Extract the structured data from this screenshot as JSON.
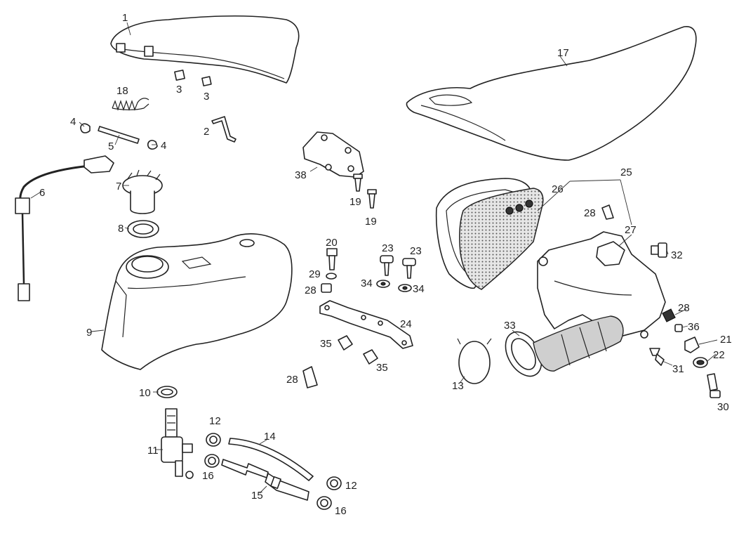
{
  "callouts": [
    {
      "id": "c1",
      "text": "1"
    },
    {
      "id": "c2",
      "text": "2"
    },
    {
      "id": "c3a",
      "text": "3"
    },
    {
      "id": "c3b",
      "text": "3"
    },
    {
      "id": "c4a",
      "text": "4"
    },
    {
      "id": "c4b",
      "text": "4"
    },
    {
      "id": "c5",
      "text": "5"
    },
    {
      "id": "c6",
      "text": "6"
    },
    {
      "id": "c7",
      "text": "7"
    },
    {
      "id": "c8",
      "text": "8"
    },
    {
      "id": "c9",
      "text": "9"
    },
    {
      "id": "c10",
      "text": "10"
    },
    {
      "id": "c11",
      "text": "11"
    },
    {
      "id": "c12a",
      "text": "12"
    },
    {
      "id": "c12b",
      "text": "12"
    },
    {
      "id": "c13",
      "text": "13"
    },
    {
      "id": "c14",
      "text": "14"
    },
    {
      "id": "c15",
      "text": "15"
    },
    {
      "id": "c16a",
      "text": "16"
    },
    {
      "id": "c16b",
      "text": "16"
    },
    {
      "id": "c17",
      "text": "17"
    },
    {
      "id": "c18",
      "text": "18"
    },
    {
      "id": "c19a",
      "text": "19"
    },
    {
      "id": "c19b",
      "text": "19"
    },
    {
      "id": "c20",
      "text": "20"
    },
    {
      "id": "c21",
      "text": "21"
    },
    {
      "id": "c22",
      "text": "22"
    },
    {
      "id": "c23a",
      "text": "23"
    },
    {
      "id": "c23b",
      "text": "23"
    },
    {
      "id": "c24",
      "text": "24"
    },
    {
      "id": "c25",
      "text": "25"
    },
    {
      "id": "c26",
      "text": "26"
    },
    {
      "id": "c27",
      "text": "27"
    },
    {
      "id": "c28a",
      "text": "28"
    },
    {
      "id": "c28b",
      "text": "28"
    },
    {
      "id": "c28c",
      "text": "28"
    },
    {
      "id": "c28d",
      "text": "28"
    },
    {
      "id": "c29",
      "text": "29"
    },
    {
      "id": "c30",
      "text": "30"
    },
    {
      "id": "c31",
      "text": "31"
    },
    {
      "id": "c32",
      "text": "32"
    },
    {
      "id": "c33",
      "text": "33"
    },
    {
      "id": "c34a",
      "text": "34"
    },
    {
      "id": "c34b",
      "text": "34"
    },
    {
      "id": "c35a",
      "text": "35"
    },
    {
      "id": "c35b",
      "text": "35"
    },
    {
      "id": "c36",
      "text": "36"
    },
    {
      "id": "c38",
      "text": "38"
    }
  ],
  "colors": {
    "line": "#222222",
    "background": "#ffffff"
  }
}
